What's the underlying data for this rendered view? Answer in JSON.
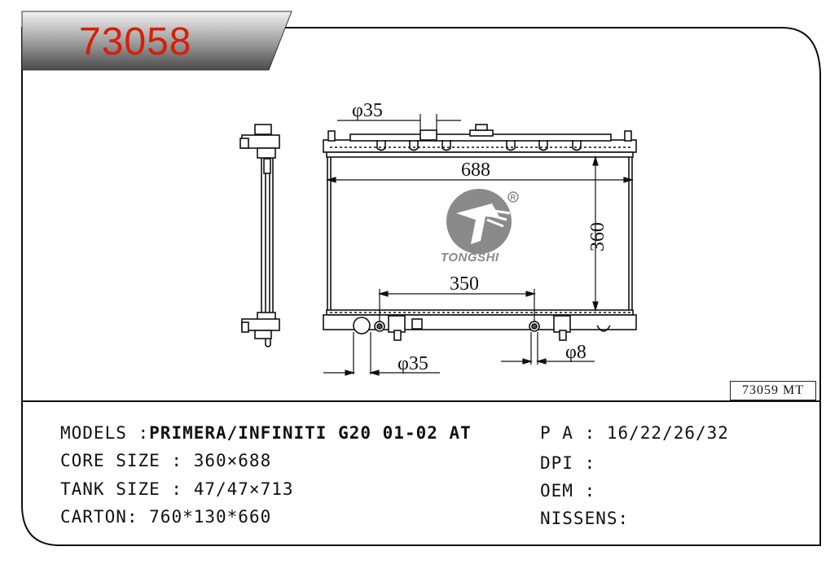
{
  "part_number": "73058",
  "alt_part": "73059 MT",
  "brand": {
    "name": "TONGSHI",
    "registered_mark": "®"
  },
  "dimensions": {
    "inlet_diameter": "φ35",
    "width": "688",
    "height": "360",
    "fitting_spacing": "350",
    "outlet_diameter": "φ35",
    "small_fitting_diameter": "φ8"
  },
  "specs": {
    "models_label": "MODELS :",
    "models_value": "PRIMERA/INFINITI G20 01-02 AT",
    "core_size_label": "CORE SIZE : ",
    "core_size_value": "360×688",
    "tank_size_label": "TANK SIZE : ",
    "tank_size_value": "47/47×713",
    "carton_label": "CARTON: ",
    "carton_value": "760*130*660",
    "pa_label": "P A : ",
    "pa_value": "16/22/26/32",
    "dpi_label": "DPI :",
    "dpi_value": "",
    "oem_label": "OEM :",
    "oem_value": "",
    "nissens_label": "NISSENS:",
    "nissens_value": ""
  },
  "colors": {
    "part_number": "#d81e05",
    "outline": "#111111",
    "logo_gray": "#8a8a8a"
  }
}
